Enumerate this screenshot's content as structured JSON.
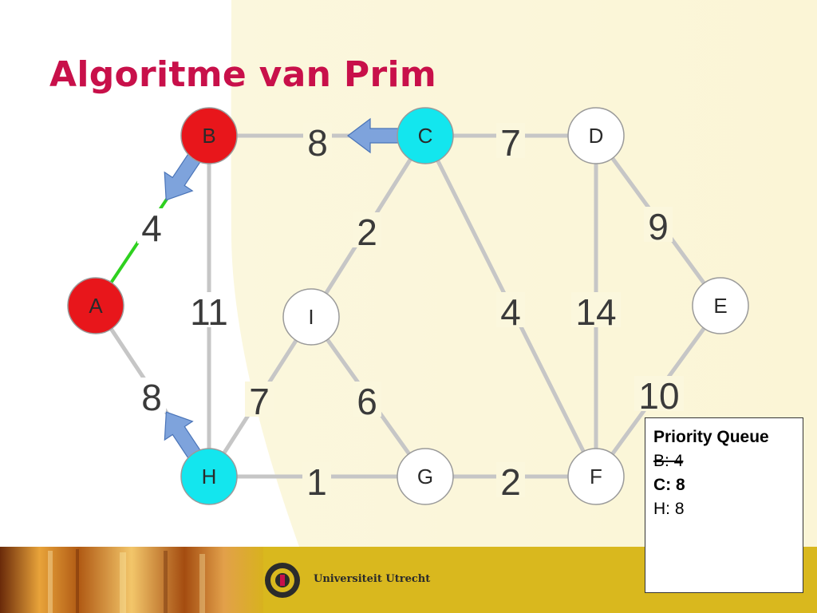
{
  "slide": {
    "title": "Algoritme van Prim",
    "footer_text": "Universiteit Utrecht"
  },
  "colors": {
    "title": "#c8104a",
    "in_tree_node": "#e8161b",
    "current_node": "#13e6ee",
    "unvisited_node": "#ffffff",
    "tree_edge": "#2ed11f",
    "edge": "#c6c6c6",
    "arrow": "#7ea3dc",
    "band_gold": "#d9b81e",
    "background_cream": "#fbf7dd"
  },
  "graph": {
    "nodes": [
      {
        "id": "A",
        "label": "A",
        "state": "in-tree"
      },
      {
        "id": "B",
        "label": "B",
        "state": "in-tree"
      },
      {
        "id": "C",
        "label": "C",
        "state": "current"
      },
      {
        "id": "D",
        "label": "D",
        "state": "unvisited"
      },
      {
        "id": "E",
        "label": "E",
        "state": "unvisited"
      },
      {
        "id": "F",
        "label": "F",
        "state": "unvisited"
      },
      {
        "id": "G",
        "label": "G",
        "state": "unvisited"
      },
      {
        "id": "H",
        "label": "H",
        "state": "current"
      },
      {
        "id": "I",
        "label": "I",
        "state": "unvisited"
      }
    ],
    "edges": [
      {
        "from": "A",
        "to": "B",
        "weight": "4",
        "in_tree": true
      },
      {
        "from": "B",
        "to": "C",
        "weight": "8",
        "in_tree": false
      },
      {
        "from": "C",
        "to": "D",
        "weight": "7",
        "in_tree": false
      },
      {
        "from": "B",
        "to": "H",
        "weight": "11",
        "in_tree": false
      },
      {
        "from": "A",
        "to": "H",
        "weight": "8",
        "in_tree": false
      },
      {
        "from": "C",
        "to": "I",
        "weight": "2",
        "in_tree": false
      },
      {
        "from": "C",
        "to": "F",
        "weight": "4",
        "in_tree": false
      },
      {
        "from": "D",
        "to": "F",
        "weight": "14",
        "in_tree": false
      },
      {
        "from": "D",
        "to": "E",
        "weight": "9",
        "in_tree": false
      },
      {
        "from": "E",
        "to": "F",
        "weight": "10",
        "in_tree": false
      },
      {
        "from": "I",
        "to": "H",
        "weight": "7",
        "in_tree": false
      },
      {
        "from": "I",
        "to": "G",
        "weight": "6",
        "in_tree": false
      },
      {
        "from": "H",
        "to": "G",
        "weight": "1",
        "in_tree": false
      },
      {
        "from": "G",
        "to": "F",
        "weight": "2",
        "in_tree": false
      }
    ],
    "arrows": [
      {
        "from": "B",
        "to": "A"
      },
      {
        "from": "C",
        "to": "B"
      },
      {
        "from": "H",
        "to": "A"
      }
    ]
  },
  "priority_queue": {
    "title": "Priority Queue",
    "items": [
      {
        "text": "B: 4",
        "state": "done"
      },
      {
        "text": "C: 8",
        "state": "current"
      },
      {
        "text": "H: 8",
        "state": "normal"
      }
    ]
  }
}
